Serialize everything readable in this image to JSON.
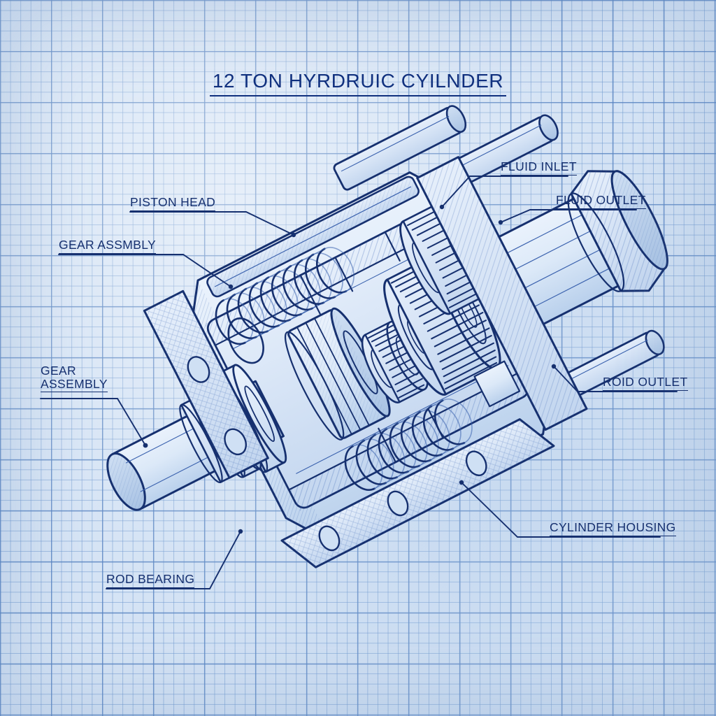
{
  "sheet": {
    "kind": "blueprint-technical-drawing",
    "paper_color": "#d6e4f5",
    "grid_line_color": "#6c96cd",
    "grid_major_color": "#5682c0",
    "ink_color": "#16306f",
    "ink_light": "#3b62ae",
    "hatch_color": "#4a74bb"
  },
  "title": {
    "text": "12 TON HYRDRUIC CYILNDER"
  },
  "callouts": [
    {
      "id": "piston-head",
      "label": "PISTON HEAD",
      "lines": [
        "PISTON HEAD"
      ]
    },
    {
      "id": "gear-assmbly",
      "label": "GEAR ASSMBLY",
      "lines": [
        "GEAR ASSMBLY"
      ]
    },
    {
      "id": "gear-assembly",
      "label": "GEAR ASSEMBLY",
      "lines": [
        "GEAR",
        "ASSEMBLY"
      ]
    },
    {
      "id": "fluid-inlet",
      "label": "FLUID INLET",
      "lines": [
        "FLUID INLET"
      ]
    },
    {
      "id": "fluid-outlet",
      "label": "FLUID OUTLET",
      "lines": [
        "FLUID OUTLET"
      ]
    },
    {
      "id": "roid-outlet",
      "label": "ROID OUTLET",
      "lines": [
        "ROID OUTLET"
      ]
    },
    {
      "id": "cylinder-housing",
      "label": "CYLINDER HOUSING",
      "lines": [
        "CYLINDER HOUSING"
      ]
    },
    {
      "id": "rod-bearing",
      "label": "ROD BEARING",
      "lines": [
        "ROD BEARING"
      ]
    }
  ],
  "callout_text": {
    "piston_head": "PISTON HEAD",
    "gear_assmbly": "GEAR ASSMBLY",
    "gear_assembly_l1": "GEAR",
    "gear_assembly_l2": "ASSEMBLY",
    "fluid_inlet": "FLUID INLET",
    "fluid_outlet": "FLUID OUTLET",
    "roid_outlet": "ROID OUTLET",
    "cylinder_housing": "CYLINDER HOUSING",
    "rod_bearing": "ROD BEARING"
  },
  "drawing": {
    "subject": "cutaway isometric hydraulic cylinder with internal gear train",
    "projection": "isometric cutaway",
    "axis_angle_deg": -27,
    "components": [
      "piston rod",
      "rod collar rings",
      "rod bearing",
      "mounting flange with bolt holes",
      "coil return springs",
      "spur gear train",
      "pinion gear",
      "cylinder housing barrel",
      "fluid inlet port tube",
      "fluid outlet port tube",
      "rod outlet port tube",
      "hex end cap",
      "centerline"
    ]
  }
}
